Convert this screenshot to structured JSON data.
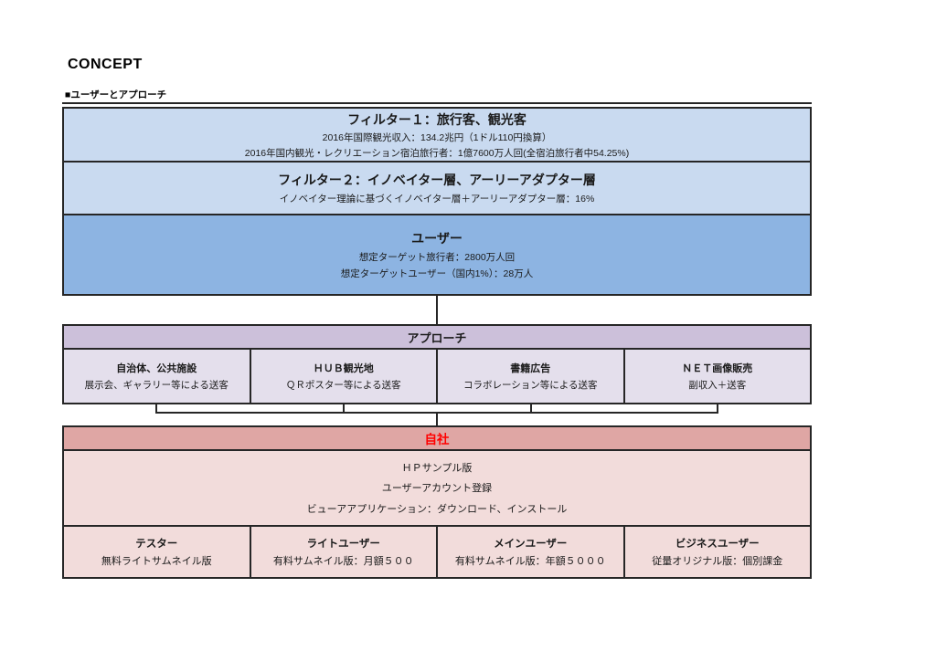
{
  "page": {
    "title": "CONCEPT",
    "section_label": "■ユーザーとアプローチ"
  },
  "funnel": {
    "filter1": {
      "title": "フィルター１：旅行客、観光客",
      "lines": [
        "2016年国際観光収入：134.2兆円（1ドル110円換算）",
        "2016年国内観光・レクリエーション宿泊旅行者：1億7600万人回(全宿泊旅行者中54.25%)"
      ]
    },
    "filter2": {
      "title": "フィルター２：イノベイター層、アーリーアダプター層",
      "lines": [
        "イノベイター理論に基づくイノベイター層＋アーリーアダプター層：16%"
      ]
    },
    "user": {
      "title": "ユーザー",
      "lines": [
        "想定ターゲット旅行者：2800万人回",
        "想定ターゲットユーザー（国内1%）：28万人"
      ]
    }
  },
  "approach": {
    "title": "アプローチ",
    "channels": [
      {
        "title": "自治体、公共施設",
        "desc": "展示会、ギャラリー等による送客"
      },
      {
        "title": "ＨＵＢ観光地",
        "desc": "ＱＲポスター等による送客"
      },
      {
        "title": "書籍広告",
        "desc": "コラボレーション等による送客"
      },
      {
        "title": "ＮＥＴ画像販売",
        "desc": "副収入＋送客"
      }
    ]
  },
  "company": {
    "title": "自社",
    "steps": [
      "ＨＰサンプル版",
      "ユーザーアカウント登録",
      "ビューアアプリケーション：ダウンロード、インストール"
    ],
    "tiers": [
      {
        "title": "テスター",
        "desc": "無料ライトサムネイル版"
      },
      {
        "title": "ライトユーザー",
        "desc": "有料サムネイル版：月額５００"
      },
      {
        "title": "メインユーザー",
        "desc": "有料サムネイル版：年額５０００"
      },
      {
        "title": "ビジネスユーザー",
        "desc": "従量オリジナル版：個別課金"
      }
    ]
  },
  "colors": {
    "filter_bg": "#C9DAF0",
    "user_bg": "#8DB4E2",
    "approach_header_bg": "#CCC0DA",
    "approach_body_bg": "#E4DFEC",
    "company_header_bg": "#DFA6A4",
    "company_body_bg": "#F2DCDB",
    "company_title_color": "#FF0000",
    "border": "#262626"
  }
}
